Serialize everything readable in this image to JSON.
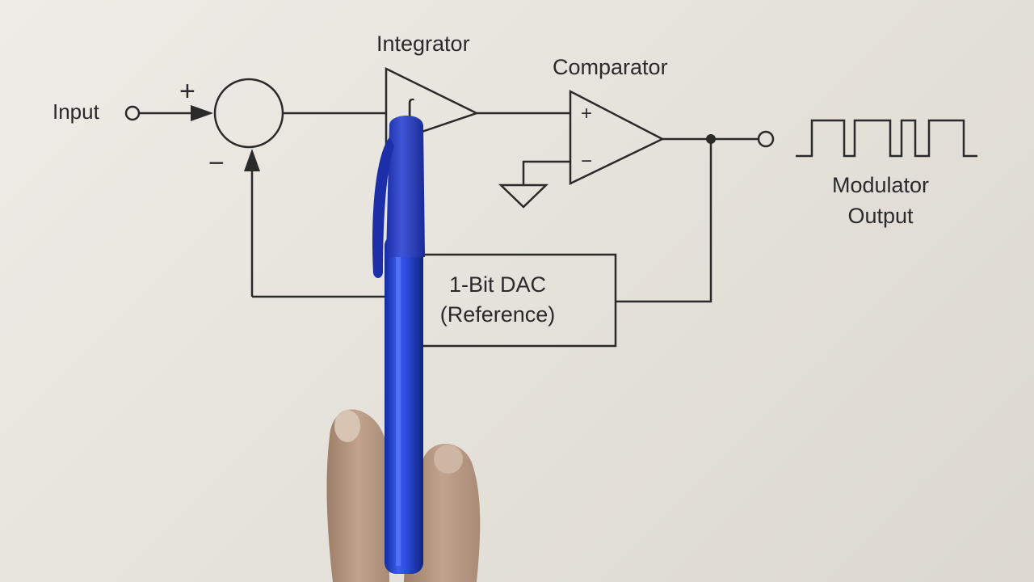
{
  "diagram": {
    "input_label": "Input",
    "plus_sign": "+",
    "minus_sign": "−",
    "integrator": {
      "title": "Integrator",
      "symbol": "∫"
    },
    "comparator": {
      "title": "Comparator",
      "plus": "+",
      "minus": "−"
    },
    "dac": {
      "line1": "1-Bit DAC",
      "line2": "(Reference)"
    },
    "output": {
      "line1": "Modulator",
      "line2": "Output"
    }
  },
  "colors": {
    "ink": "#2a2a2a",
    "pen": "#1f3fd1",
    "paper": "#e8e5de"
  }
}
